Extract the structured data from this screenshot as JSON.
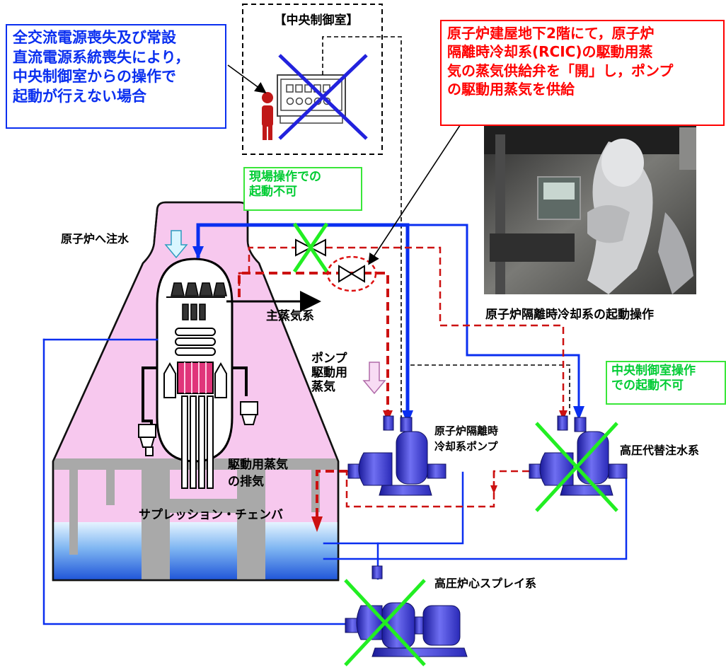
{
  "control_room": {
    "title": "【中央制御室】"
  },
  "notes": {
    "blue": [
      "全交流電源喪失及び常設",
      "直流電源系統喪失により，",
      "中央制御室からの操作で",
      "起動が行えない場合"
    ],
    "red": [
      "原子炉建屋地下2階にて，原子炉",
      "隔離時冷却系(RCIC)の駆動用蒸",
      "気の蒸気供給弁を「開」し，ポンプ",
      "の駆動用蒸気を供給"
    ],
    "green_field": [
      "現場操作での",
      "起動不可"
    ],
    "green_central": [
      "中央制御室操作",
      "での起動不可"
    ]
  },
  "labels": {
    "water_injection": "原子炉へ注水",
    "main_steam": "主蒸気系",
    "pump_steam": [
      "ポンプ",
      "駆動用",
      "蒸気"
    ],
    "exhaust": [
      "駆動用蒸気",
      "の排気"
    ],
    "suppression": "サプレッション・チェンバ",
    "rcic_pump": [
      "原子炉隔離時",
      "冷却系ポンプ"
    ],
    "hp_alt": "高圧代替注水系",
    "hpcs": "高圧炉心スプレイ系",
    "photo_caption": "原子炉隔離時冷却系の起動操作"
  },
  "colors": {
    "blue_line": "#0a2ff0",
    "red_line": "#cc1111",
    "green_x": "#22ee22",
    "building": "#f7c8ee",
    "water": "#2a63e0"
  }
}
